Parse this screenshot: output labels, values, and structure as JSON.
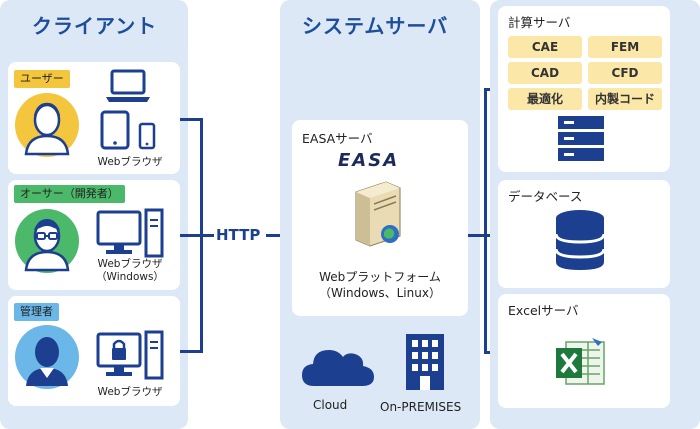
{
  "client": {
    "title": "クライアント",
    "user": {
      "tag": "ユーザー",
      "tag_color": "#f4c63d",
      "label": "Webブラウザ"
    },
    "owner": {
      "tag": "オーサー（開発者）",
      "tag_color": "#4cb86a",
      "label_line1": "Webブラウザ",
      "label_line2": "（Windows）"
    },
    "admin": {
      "tag": "管理者",
      "tag_color": "#6bb8e8",
      "label": "Webブラウザ"
    }
  },
  "connection": {
    "protocol": "HTTP"
  },
  "system": {
    "title": "システムサーバ",
    "easa_server": {
      "title": "EASAサーバ",
      "logo": "EASA",
      "platform_line1": "Webプラットフォーム",
      "platform_line2": "（Windows、Linux）"
    },
    "cloud_label": "Cloud",
    "onprem_label": "On-PREMISES"
  },
  "compute": {
    "title": "計算サーバ",
    "chips": [
      "CAE",
      "FEM",
      "CAD",
      "CFD",
      "最適化",
      "内製コード"
    ]
  },
  "database": {
    "title": "データベース"
  },
  "excel": {
    "title": "Excelサーバ"
  },
  "colors": {
    "accent": "#1c3f8f",
    "panel": "#dce8f5",
    "chip": "#fbe7a8"
  }
}
